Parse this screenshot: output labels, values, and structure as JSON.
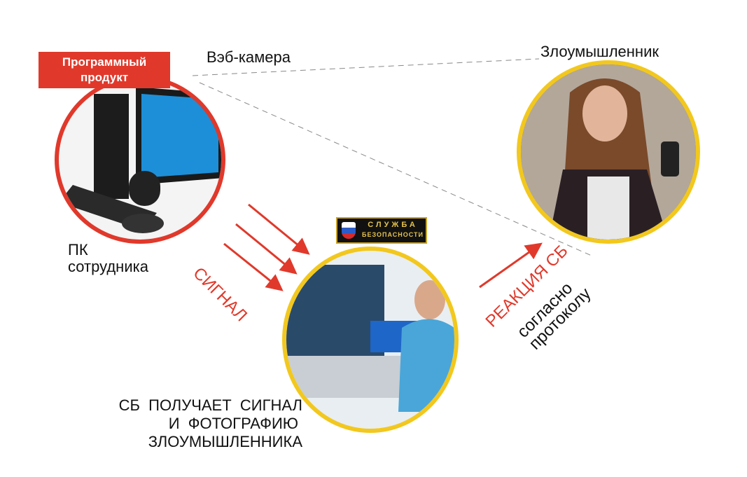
{
  "labels": {
    "software_badge_line1": "Программный",
    "software_badge_line2": "продукт",
    "webcam": "Вэб-камера",
    "intruder": "Злоумышленник",
    "pc_line1": "ПК",
    "pc_line2": "сотрудника",
    "signal": "СИГНАЛ",
    "security_badge_line1": "СЛУЖБА",
    "security_badge_line2": "БЕЗОПАСНОСТИ",
    "reaction": "РЕАКЦИЯ  СБ",
    "protocol_line1": "согласно",
    "protocol_line2": "протоколу",
    "sb_line1": "СБ  ПОЛУЧАЕТ  СИГНАЛ",
    "sb_line2": "И  ФОТОГРАФИЮ",
    "sb_line3": "ЗЛОУМЫШЛЕННИКА"
  },
  "colors": {
    "red": "#e0392b",
    "yellow": "#f2c81e"
  }
}
